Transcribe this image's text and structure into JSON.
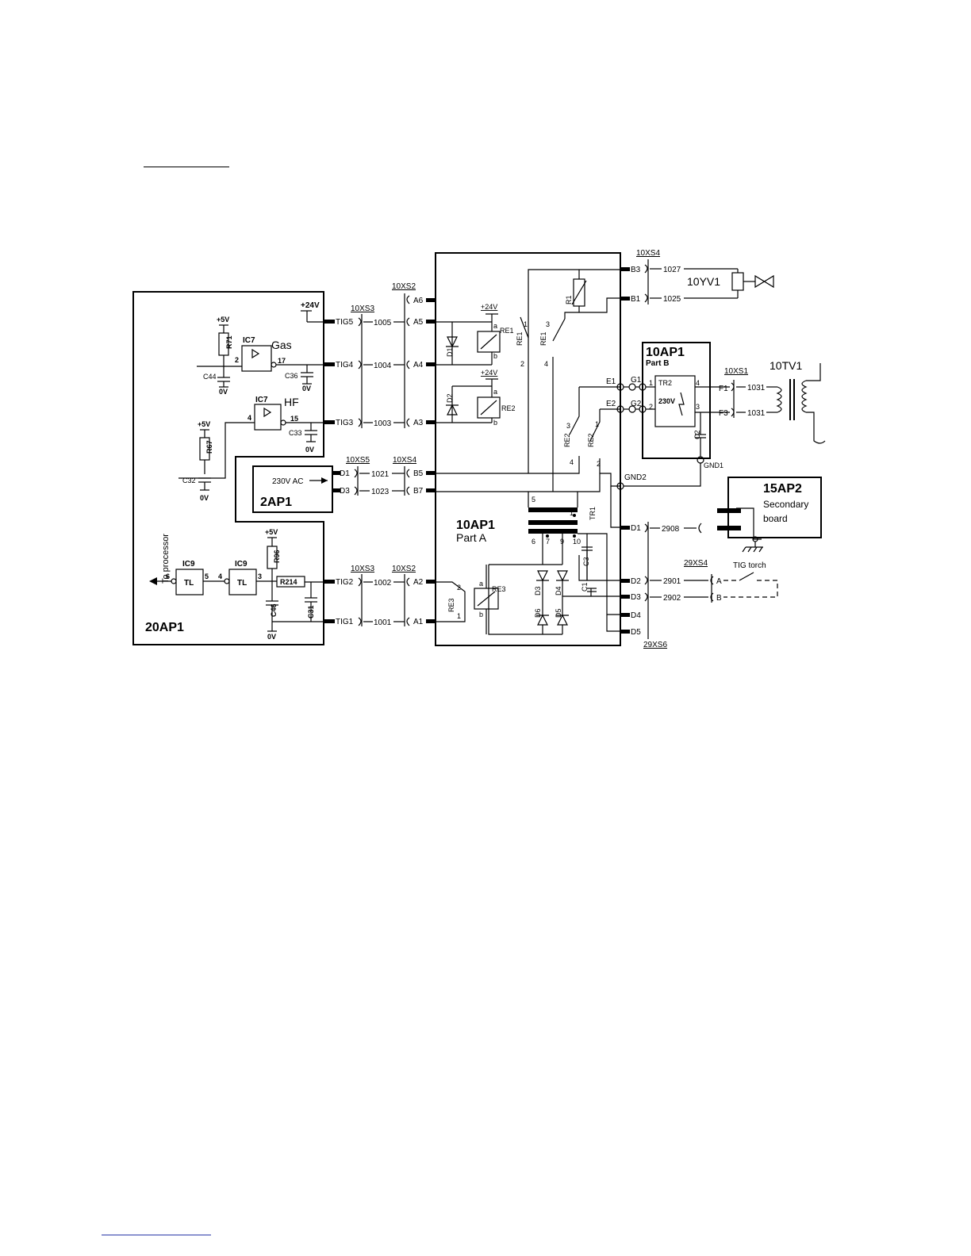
{
  "boards": {
    "b20ap1": "20AP1",
    "b2ap1": "2AP1",
    "b10ap1a_title": "10AP1",
    "b10ap1a_sub": "Part A",
    "b10ap1b_title": "10AP1",
    "b10ap1b_sub": "Part B",
    "b15ap2_title": "15AP2",
    "b15ap2_l1": "Secondary",
    "b15ap2_l2": "board"
  },
  "connectors": {
    "xs3_top": "10XS3",
    "xs2_top": "10XS2",
    "xs5": "10XS5",
    "xs4_mid": "10XS4",
    "xs3_bot": "10XS3",
    "xs2_bot": "10XS2",
    "xs4_top": "10XS4",
    "xs1": "10XS1",
    "xs4_29": "29XS4",
    "xs6_29": "29XS6"
  },
  "pins": {
    "tig5": "TIG5",
    "tig4": "TIG4",
    "tig3": "TIG3",
    "tig2": "TIG2",
    "tig1": "TIG1",
    "a6": "A6",
    "a5": "A5",
    "a4": "A4",
    "a3": "A3",
    "a2": "A2",
    "a1": "A1",
    "d1_2ap1": "D1",
    "d3_2ap1": "D3",
    "b5": "B5",
    "b7": "B7",
    "b3": "B3",
    "b1": "B1",
    "e1": "E1",
    "e2": "E2",
    "g1": "G1",
    "g2": "G2",
    "f1": "F1",
    "f3": "F3",
    "d1": "D1",
    "d2": "D2",
    "d3": "D3",
    "d4": "D4",
    "d5": "D5",
    "gnd1": "GND1",
    "gnd2": "GND2",
    "pa": "A",
    "pb": "B"
  },
  "wires": {
    "w1005": "1005",
    "w1004": "1004",
    "w1003": "1003",
    "w1021": "1021",
    "w1023": "1023",
    "w1002": "1002",
    "w1001": "1001",
    "w1027": "1027",
    "w1025": "1025",
    "w1031a": "1031",
    "w1031b": "1031",
    "w2908": "2908",
    "w2901": "2901",
    "w2902": "2902"
  },
  "components": {
    "ic7_gas": "IC7",
    "ic7_hf": "IC7",
    "ic9_a": "IC9",
    "ic9_b": "IC9",
    "r71": "R71",
    "r67": "R67",
    "r96": "R96",
    "r214": "R214",
    "c44": "C44",
    "c36": "C36",
    "c33": "C33",
    "c32": "C32",
    "c46": "C46",
    "c31": "C31",
    "re1_coil": "RE1",
    "re2_coil": "RE2",
    "re3_coil": "RE3",
    "re1_c1": "RE1",
    "re1_c2": "RE1",
    "re2_c1": "RE2",
    "re2_c2": "RE2",
    "re3_c": "RE3",
    "r1": "R1",
    "d1": "D1",
    "d2": "D2",
    "d3": "D3",
    "d4": "D4",
    "d5": "D5",
    "d6": "D6",
    "tr1": "TR1",
    "tr2": "TR2",
    "c1": "C1",
    "c2": "C2",
    "c3": "C3",
    "yv1": "10YV1",
    "tv1": "10TV1",
    "tr2_v": "230V"
  },
  "text": {
    "gas": "Gas",
    "hf": "HF",
    "plus24": "+24V",
    "plus24_re1": "+24V",
    "plus24_re2": "+24V",
    "plus5_a": "+5V",
    "plus5_b": "+5V",
    "plus5_c": "+5V",
    "ov_a": "0V",
    "ov_b": "0V",
    "ov_c": "0V",
    "ov_d": "0V",
    "ov_e": "0V",
    "ac230": "230V AC",
    "to_processor": "To processor",
    "tig_torch": "TIG torch",
    "tl_a": "TL",
    "tl_b": "TL"
  },
  "pin_numbers": {
    "p2": "2",
    "p17": "17",
    "p4": "4",
    "p15": "15",
    "p6": "6",
    "p5": "5",
    "p4b": "4",
    "p3": "3",
    "re1_1": "1",
    "re1_2": "2",
    "re1_3": "3",
    "re1_4": "4",
    "re2_1": "1",
    "re2_2": "2",
    "re2_3": "3",
    "re2_4": "4",
    "re3_1": "1",
    "re3_2": "2",
    "tr1_5": "5",
    "tr1_6": "6",
    "tr1_7": "7",
    "tr1_9": "9",
    "tr1_1": "1",
    "tr1_10": "10",
    "tr2_1": "1",
    "tr2_2": "2",
    "tr2_3": "3",
    "tr2_4": "4",
    "coil_a1": "a",
    "coil_b1": "b",
    "coil_a2": "a",
    "coil_b2": "b",
    "coil_a3": "a",
    "coil_b3": "b"
  },
  "colors": {
    "ink": "#000000",
    "link_rule": "#2a3aa8"
  }
}
